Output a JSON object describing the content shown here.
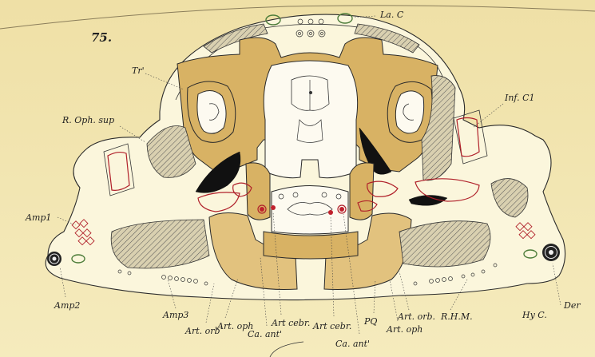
{
  "figure": {
    "number": "75."
  },
  "labels": {
    "la_c": "La. C",
    "tr": "Tr'",
    "inf_c": "Inf. C1",
    "r_oph_sup": "R. Oph. sup",
    "amp1": "Amp1",
    "amp2": "Amp2",
    "amp3": "Amp3",
    "art_orb_left": "Art. orb",
    "art_oph_left": "Art. oph",
    "ca_ant_left": "Ca. ant'",
    "art_cebr_left": "Art cebr.",
    "art_cebr_right": "Art cebr.",
    "ca_ant_right": "Ca. ant'",
    "pq": "PQ",
    "art_orb_right": "Art. orb.",
    "art_oph_right": "Art. oph",
    "rhm": "R.H.M.",
    "der": "Der",
    "hy_c": "Hy C."
  },
  "colors": {
    "paper": "#f3e7b4",
    "cartilage": "#d8b264",
    "vessel": "#c0212d",
    "nerve": "#111111",
    "canal": "#4d7d3a"
  }
}
